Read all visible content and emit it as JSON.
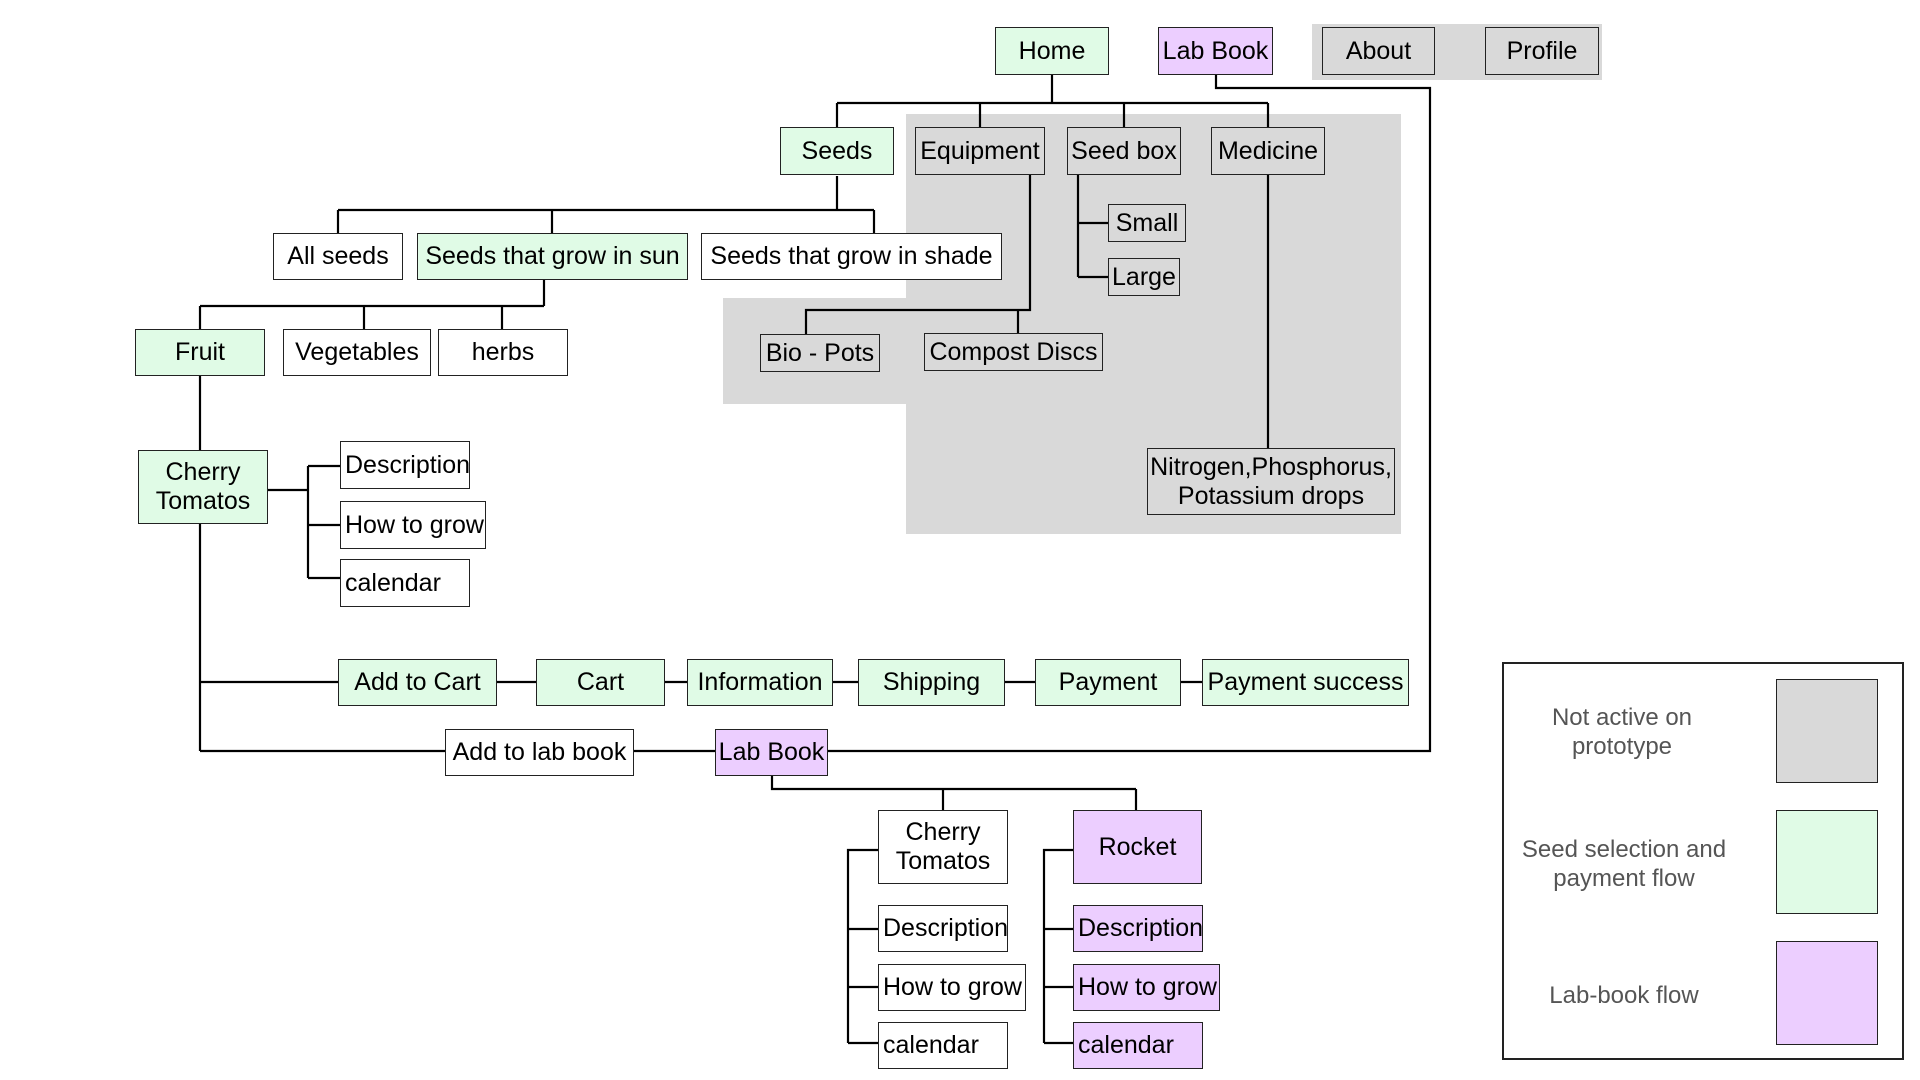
{
  "colors": {
    "not_active": "#d9d9d9",
    "seed_flow": "#e0fbe6",
    "lab_book_flow": "#ecceff"
  },
  "nav": {
    "home": "Home",
    "lab_book": "Lab Book",
    "about": "About",
    "profile": "Profile"
  },
  "categories": {
    "seeds": "Seeds",
    "equipment": "Equipment",
    "seed_box": "Seed box",
    "medicine": "Medicine"
  },
  "seed_box_options": {
    "small": "Small",
    "large": "Large"
  },
  "seed_filters": {
    "all": "All seeds",
    "sun": "Seeds that grow in sun",
    "shade": "Seeds that grow in shade"
  },
  "equipment_items": {
    "bio_pots": "Bio - Pots",
    "compost": "Compost Discs"
  },
  "medicine_items": {
    "npk": "Nitrogen,Phosphorus,\nPotassium drops"
  },
  "plant_types": {
    "fruit": "Fruit",
    "vegetables": "Vegetables",
    "herbs": "herbs"
  },
  "product": {
    "name": "Cherry\nTomatos",
    "description": "Description",
    "how_to_grow": "How to grow",
    "calendar": "calendar"
  },
  "checkout": {
    "add_to_cart": "Add to Cart",
    "cart": "Cart",
    "information": "Information",
    "shipping": "Shipping",
    "payment": "Payment",
    "payment_success": "Payment success"
  },
  "lab_flow": {
    "add_to_lab_book": "Add to lab book",
    "lab_book": "Lab Book"
  },
  "lab_entries": {
    "tomato": {
      "name": "Cherry\nTomatos",
      "description": "Description",
      "how_to_grow": "How to grow",
      "calendar": "calendar"
    },
    "rocket": {
      "name": "Rocket",
      "description": "Description",
      "how_to_grow": "How to grow",
      "calendar": "calendar"
    }
  },
  "legend": {
    "not_active": "Not active on\nprototype",
    "seed_flow": "Seed selection and\npayment flow",
    "lab_book_flow": "Lab-book flow"
  }
}
